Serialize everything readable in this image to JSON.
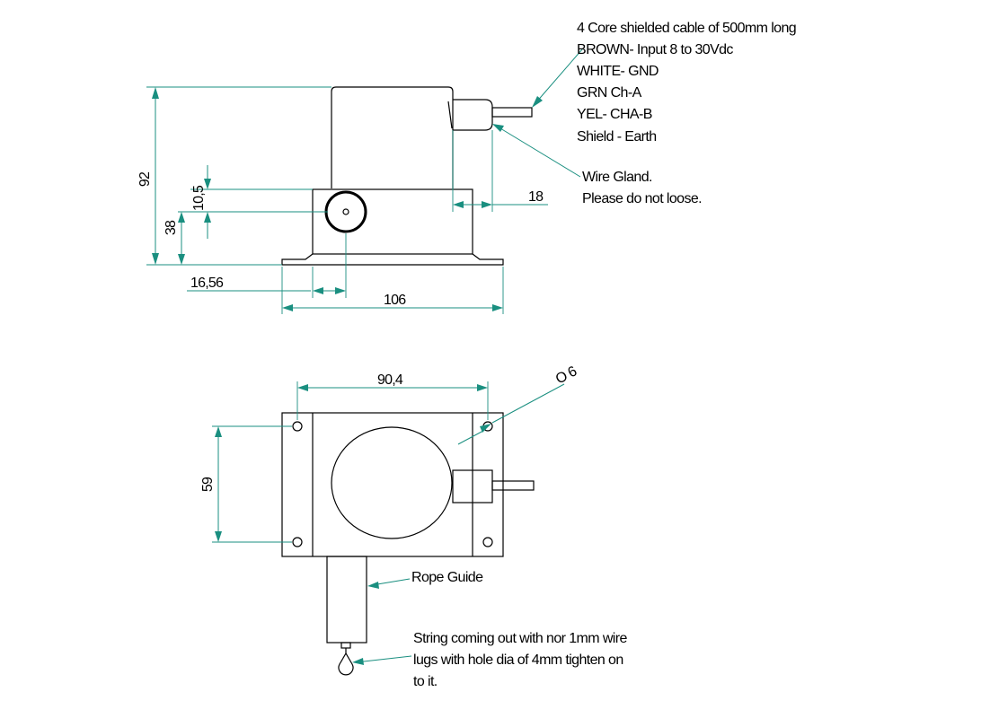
{
  "side_view": {
    "dimensions": {
      "height_total": "92",
      "shaft_height": "38",
      "offset_10_5": "10,5",
      "gland_18": "18",
      "offset_16_56": "16,56",
      "width_106": "106"
    },
    "cable_note": [
      "4 Core shielded cable of 500mm long",
      "BROWN- Input 8 to 30Vdc",
      "WHITE- GND",
      "GRN Ch-A",
      "YEL- CHA-B",
      "Shield - Earth"
    ],
    "gland_note": [
      "Wire Gland.",
      "Please do not loose."
    ]
  },
  "top_view": {
    "dimensions": {
      "hole_spacing_x": "90,4",
      "hole_spacing_y": "59",
      "hole_dia": "O 6"
    },
    "rope_guide_label": "Rope Guide",
    "string_note": [
      "String coming out with nor 1mm wire",
      "lugs with hole dia of 4mm tighten on",
      "to it."
    ]
  }
}
